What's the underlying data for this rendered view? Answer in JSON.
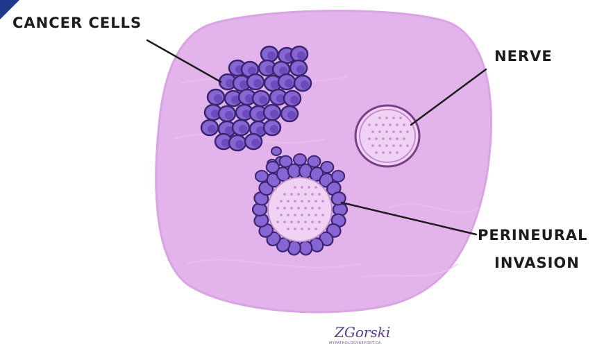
{
  "labels": {
    "cancer_cells": "CANCER CELLS",
    "nerve": "NERVE",
    "perineural_line1": "PERINEURAL",
    "perineural_line2": "INVASION"
  },
  "signature": {
    "name": "ZGorski",
    "site": "MYPATHOLOGYREPORT.CA"
  },
  "colors": {
    "tissue": "#e3b3ec",
    "tissue_edge": "#d9a3e4",
    "cell_fill": "#8766d4",
    "cell_dark": "#5f3fb0",
    "cell_outline": "#3a2470",
    "nerve_fill": "#f0d2f5",
    "nerve_outline": "#7a3f86",
    "nerve_dots": "#c58ed0",
    "corner": "#1f3a8a"
  }
}
